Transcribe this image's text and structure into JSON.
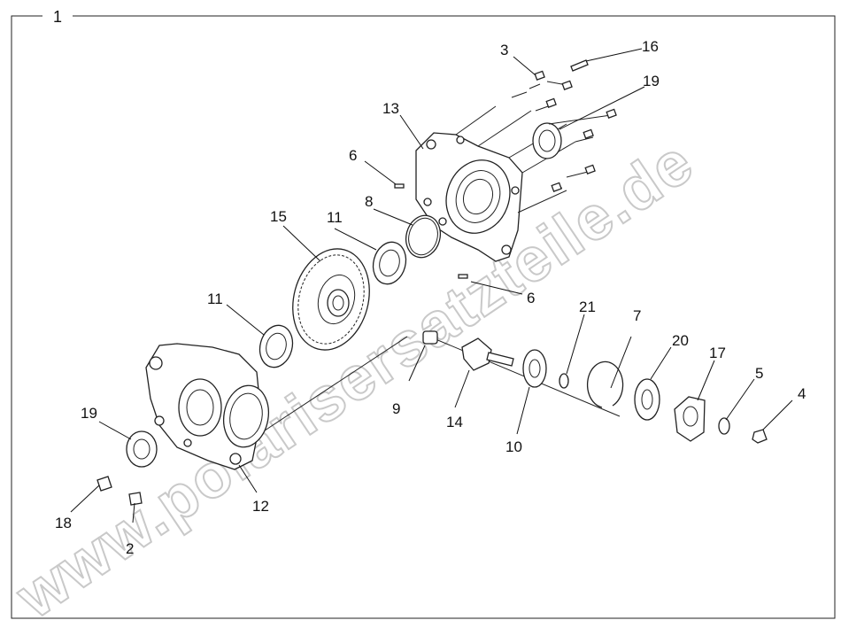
{
  "frame_label": "1",
  "watermark": "www.polarisersatzteile.de",
  "callouts": {
    "c1": "2",
    "c2": "3",
    "c3": "4",
    "c4": "5",
    "c5": "6",
    "c6": "6",
    "c7": "7",
    "c8": "8",
    "c9": "9",
    "c10": "10",
    "c11": "11",
    "c12": "11",
    "c13": "12",
    "c14": "13",
    "c15": "14",
    "c16": "15",
    "c17": "16",
    "c18": "17",
    "c19": "18",
    "c20": "19",
    "c21": "19",
    "c22": "20",
    "c23": "21"
  }
}
